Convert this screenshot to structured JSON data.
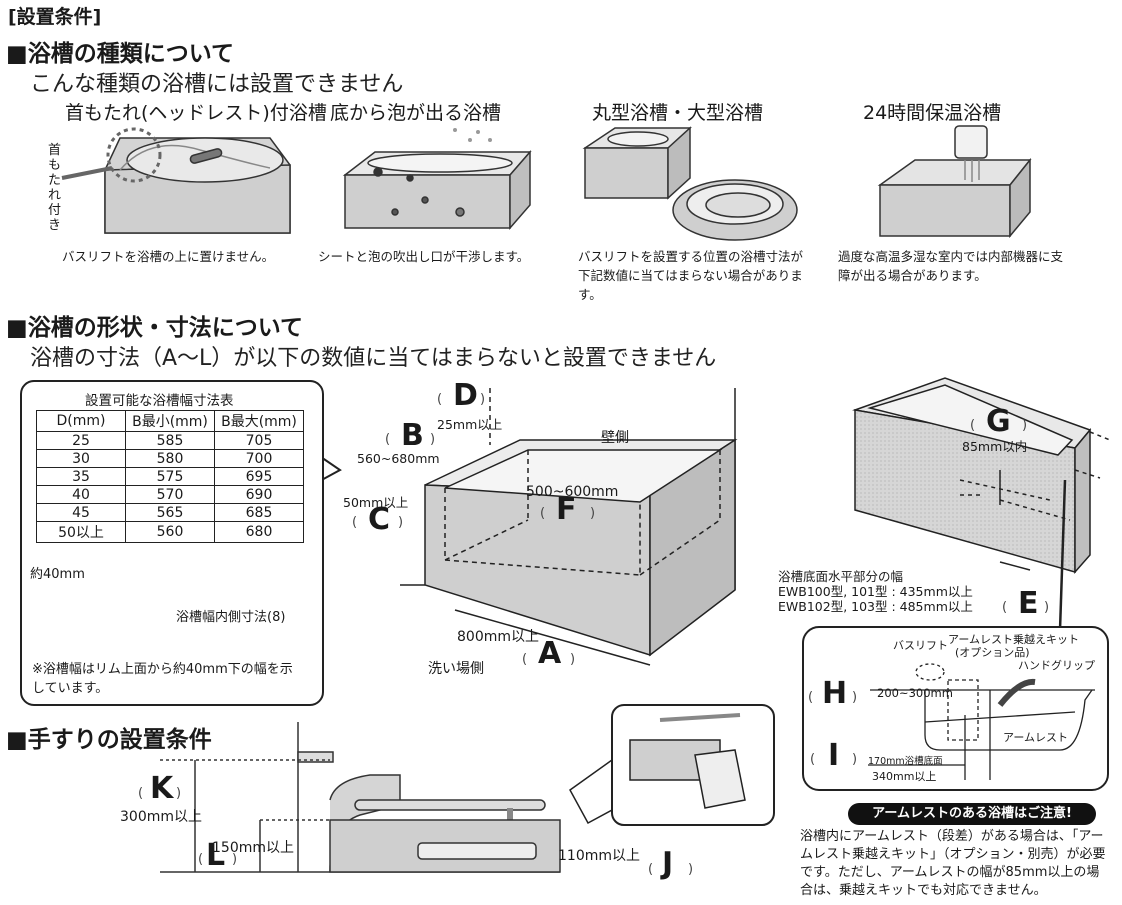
{
  "header": {
    "bracket_title": "[設置条件]"
  },
  "section1": {
    "title": "■浴槽の種類について",
    "subtitle": "こんな種類の浴槽には設置できません",
    "tubs": [
      {
        "title": "首もたれ(ヘッドレスト)付浴槽",
        "side_label": "首もたれ付き",
        "note": "バスリフトを浴槽の上に置けません。"
      },
      {
        "title": "底から泡が出る浴槽",
        "note": "シートと泡の吹出し口が干渉します。"
      },
      {
        "title": "丸型浴槽・大型浴槽",
        "note": "バスリフトを設置する位置の浴槽寸法が下記数値に当てはまらない場合があります。"
      },
      {
        "title": "24時間保温浴槽",
        "note": "過度な高温多湿な室内では内部機器に支障が出る場合があります。"
      }
    ]
  },
  "section2": {
    "title": "■浴槽の形状・寸法について",
    "subtitle": "浴槽の寸法（A〜L）が以下の数値に当てはまらないと設置できません",
    "table": {
      "title": "設置可能な浴槽幅寸法表",
      "headers": [
        "D(mm)",
        "B最小(mm)",
        "B最大(mm)"
      ],
      "rows": [
        [
          "25",
          "585",
          "705"
        ],
        [
          "30",
          "580",
          "700"
        ],
        [
          "35",
          "575",
          "695"
        ],
        [
          "40",
          "570",
          "690"
        ],
        [
          "45",
          "565",
          "685"
        ],
        [
          "50以上",
          "560",
          "680"
        ]
      ]
    },
    "diagram_notes": {
      "about40": "約40mm",
      "inner_width": "浴槽幅内側寸法(8)"
    },
    "footnote": "※浴槽幅はリム上面から約40mm下の幅を示しています。",
    "dims": {
      "D": {
        "letter": "D",
        "value": "25mm以上"
      },
      "B": {
        "letter": "B",
        "value": "560~680mm"
      },
      "C": {
        "letter": "C",
        "value": "50mm以上"
      },
      "F": {
        "letter": "F",
        "value": "500~600mm"
      },
      "A": {
        "letter": "A",
        "value": "800mm以上"
      },
      "G": {
        "letter": "G",
        "value": "85mm以内"
      },
      "E": {
        "letter": "E"
      },
      "H": {
        "letter": "H",
        "value": "200~300mm"
      },
      "I": {
        "letter": "I",
        "value1": "170mm浴槽底面",
        "value2": "340mm以上"
      }
    },
    "labels": {
      "wall_side": "壁側",
      "wash_side": "洗い場側",
      "bottom_width_title": "浴槽底面水平部分の幅",
      "bottom_width_1": "EWB100型, 101型 : 435mm以上",
      "bottom_width_2": "EWB102型, 103型 : 485mm以上",
      "bathlift": "バスリフト",
      "kit": "アームレスト乗越えキット",
      "kit_sub": "(オプション品)",
      "handgrip": "ハンドグリップ",
      "armrest": "アームレスト"
    },
    "caution": {
      "title": "アームレストのある浴槽はご注意!",
      "text": "浴槽内にアームレスト（段差）がある場合は、「アームレスト乗越えキット」（オプション・別売）が必要です。ただし、アームレストの幅が85mm以上の場合は、乗越えキットでも対応できません。"
    }
  },
  "section3": {
    "title": "■手すりの設置条件",
    "dims": {
      "K": {
        "letter": "K",
        "value": "300mm以上"
      },
      "L": {
        "letter": "L",
        "value": "150mm以上"
      },
      "J": {
        "letter": "J",
        "value": "110mm以上"
      }
    }
  }
}
